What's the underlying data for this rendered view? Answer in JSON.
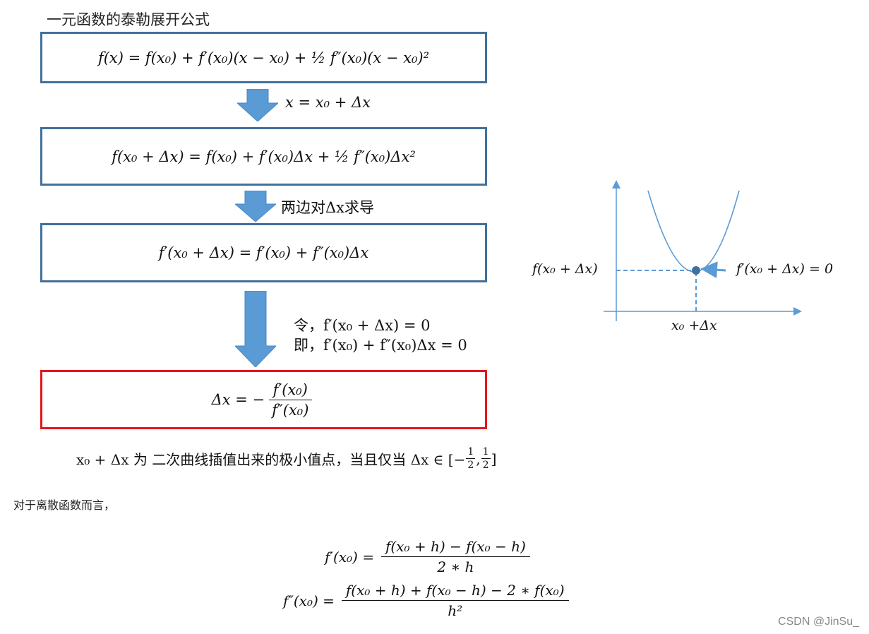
{
  "title": "一元函数的泰勒展开公式",
  "box1": {
    "formula": "f(x) = f(x₀) + f′(x₀)(x − x₀) + ½ f″(x₀)(x − x₀)²"
  },
  "arrow1": {
    "label": "x = x₀ + Δx"
  },
  "box2": {
    "formula": "f(x₀ + Δx) = f(x₀) + f′(x₀)Δx + ½ f″(x₀)Δx²"
  },
  "arrow2": {
    "label": "两边对Δx求导"
  },
  "box3": {
    "formula": "f′(x₀ + Δx) = f′(x₀) + f″(x₀)Δx"
  },
  "arrow3": {
    "line1": "令，f′(x₀ + Δx) = 0",
    "line2": "即，f′(x₀) + f″(x₀)Δx = 0"
  },
  "box4": {
    "lhs": "Δx = −",
    "num": "f′(x₀)",
    "den": "f″(x₀)"
  },
  "statement": {
    "prefix": "x₀ + Δx 为 二次曲线插值出来的极小值点，当且仅当 Δx ∈ [−",
    "frac1_num": "1",
    "frac1_den": "2",
    "sep": ",",
    "frac2_num": "1",
    "frac2_den": "2",
    "suffix": "]"
  },
  "discrete_intro": "对于离散函数而言，",
  "discrete": {
    "d1_lhs": "f′(x₀) =",
    "d1_num": "f(x₀ + h) − f(x₀ − h)",
    "d1_den": "2 ∗ h",
    "d2_lhs": "f″(x₀) =",
    "d2_num": "f(x₀ + h) + f(x₀ − h) − 2 ∗ f(x₀)",
    "d2_den": "h²"
  },
  "graph": {
    "y_label": "f(x₀ + Δx)",
    "x_label": "x₀ +Δx",
    "slope_label": "f′(x₀ + Δx) = 0"
  },
  "watermark": "CSDN @JinSu_",
  "colors": {
    "box_border": "#41719c",
    "arrow_fill": "#5b9bd5",
    "highlight": "#e8141c",
    "graph_line": "#5b9bd5"
  }
}
